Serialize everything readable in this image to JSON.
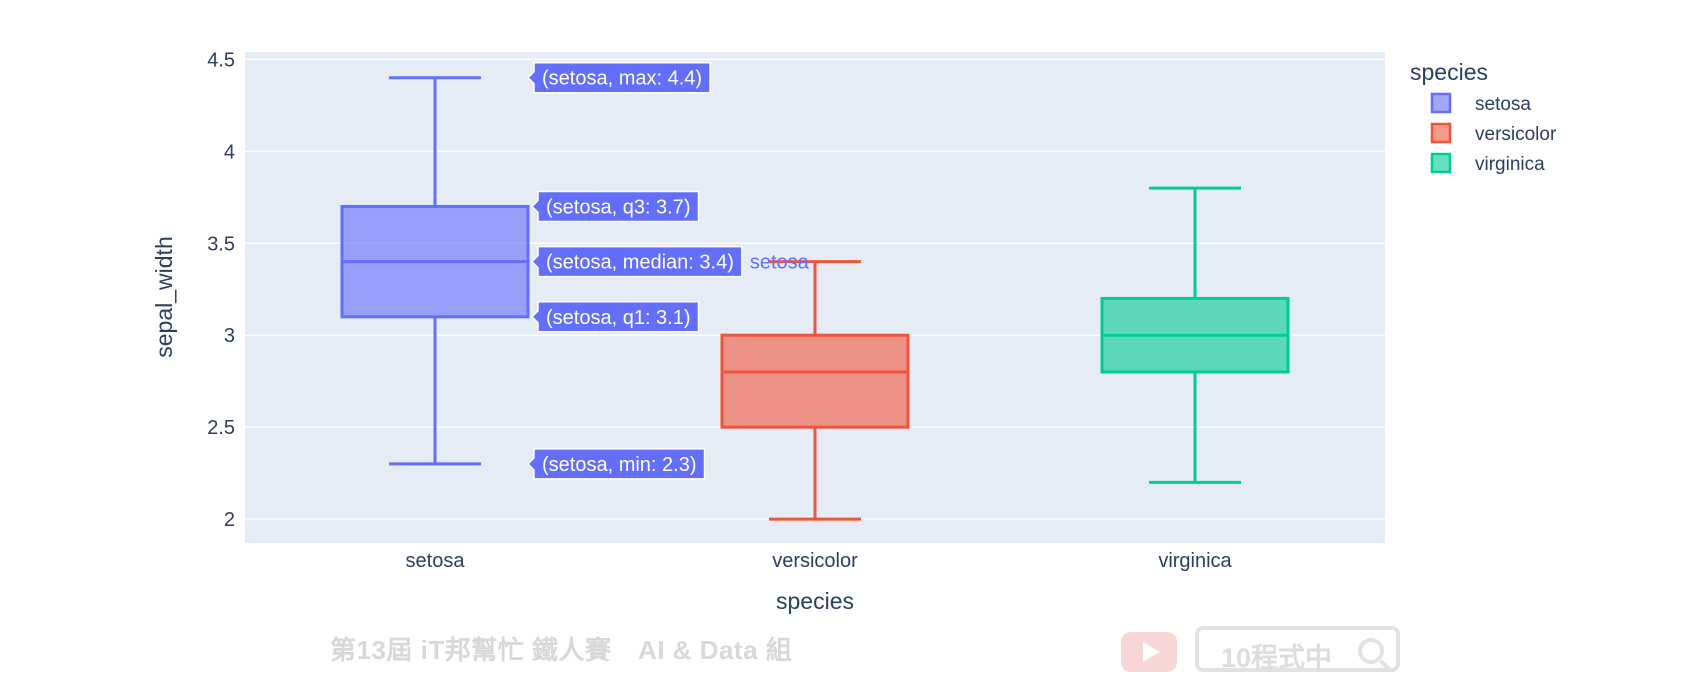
{
  "chart_data": {
    "type": "box",
    "xlabel": "species",
    "ylabel": "sepal_width",
    "ylim": [
      1.87,
      4.54
    ],
    "yticks": [
      "2",
      "2.5",
      "3",
      "3.5",
      "4",
      "4.5"
    ],
    "categories": [
      "setosa",
      "versicolor",
      "virginica"
    ],
    "legend": {
      "title": "species",
      "placement": "top-right"
    },
    "grid": true,
    "series": [
      {
        "name": "setosa",
        "color": "#636efa",
        "min": 2.3,
        "q1": 3.1,
        "median": 3.4,
        "q3": 3.7,
        "max": 4.4
      },
      {
        "name": "versicolor",
        "color": "#ef553b",
        "min": 2.0,
        "q1": 2.5,
        "median": 2.8,
        "q3": 3.0,
        "max": 3.4
      },
      {
        "name": "virginica",
        "color": "#00cc96",
        "min": 2.2,
        "q1": 2.8,
        "median": 3.0,
        "q3": 3.2,
        "max": 3.8
      }
    ],
    "hover": {
      "series": "setosa",
      "labels": [
        {
          "stat": "max",
          "value": 4.4,
          "text": "(setosa, max: 4.4)"
        },
        {
          "stat": "q3",
          "value": 3.7,
          "text": "(setosa, q3: 3.7)"
        },
        {
          "stat": "median",
          "value": 3.4,
          "text": "(setosa, median: 3.4)"
        },
        {
          "stat": "q1",
          "value": 3.1,
          "text": "(setosa, q1: 3.1)"
        },
        {
          "stat": "min",
          "value": 2.3,
          "text": "(setosa, min: 2.3)"
        }
      ],
      "trace_name": "setosa"
    }
  },
  "watermark": {
    "text": "第13屆 iT邦幫忙 鐵人賽　AI & Data 組",
    "search_text": "10程式中",
    "youtube_icon": "play-icon",
    "search_icon": "search-icon"
  }
}
